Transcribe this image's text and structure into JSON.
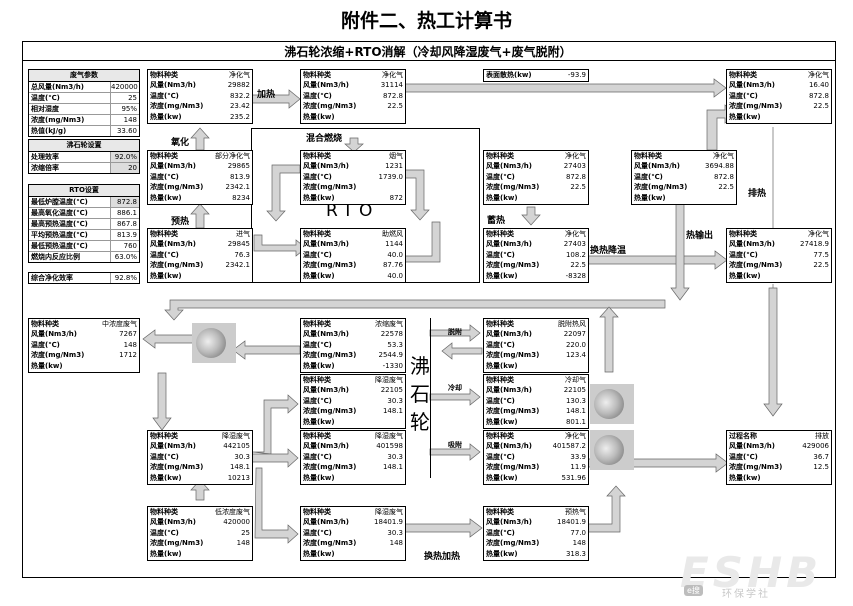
{
  "page_title": "附件二、热工计算书",
  "diagram_title": "沸石轮浓缩+RTO消解（冷却风降湿废气+废气脱附）",
  "labels": {
    "rto": "RTO",
    "wheel": [
      "沸",
      "石",
      "轮"
    ],
    "jiare": "加热",
    "yanghua": "氧化",
    "yure": "预热",
    "hunhe": "混合燃烧",
    "xure": "蓄热",
    "huanre_jiangwen": "换热降温",
    "paire": "排热",
    "reshuchu": "热输出",
    "tuofu": "脱附",
    "lengque": "冷却",
    "xifu": "吸附",
    "huanre_jiare": "换热加热"
  },
  "exhaust_params": {
    "header": "废气参数",
    "rows": [
      {
        "k": "总风量(Nm3/h)",
        "v": "420000"
      },
      {
        "k": "温度(℃)",
        "v": "25"
      },
      {
        "k": "相对湿度",
        "v": "95%"
      },
      {
        "k": "浓度(mg/Nm3)",
        "v": "148"
      },
      {
        "k": "热值(kJ/g)",
        "v": "33.60"
      }
    ]
  },
  "wheel_params": {
    "header": "沸石轮设置",
    "rows": [
      {
        "k": "处理效率",
        "v": "92.0%"
      },
      {
        "k": "浓缩倍率",
        "v": "20"
      }
    ]
  },
  "rto_params": {
    "header": "RTO设置",
    "rows": [
      {
        "k": "最低炉膛温度(℃)",
        "v": "872.8"
      },
      {
        "k": "最高氧化温度(℃)",
        "v": "886.1"
      },
      {
        "k": "最高预热温度(℃)",
        "v": "867.8"
      },
      {
        "k": "平均预热温度(℃)",
        "v": "813.9"
      },
      {
        "k": "最低预热温度(℃)",
        "v": "760"
      },
      {
        "k": "燃烧内反应比例",
        "v": "63.0%"
      }
    ]
  },
  "overall": {
    "k": "综合净化效率",
    "v": "92.8%"
  },
  "boxes": [
    {
      "id": "b-jh1",
      "t": "净化气",
      "r": [
        [
          "风量(Nm3/h)",
          "29882"
        ],
        [
          "温度(℃)",
          "832.2"
        ],
        [
          "浓度(mg/Nm3)",
          "23.42"
        ],
        [
          "热量(kw)",
          "235.2"
        ]
      ]
    },
    {
      "id": "b-jh2",
      "t": "部分净化气",
      "r": [
        [
          "风量(Nm3/h)",
          "29865"
        ],
        [
          "温度(℃)",
          "813.9"
        ],
        [
          "浓度(mg/Nm3)",
          "2342.1"
        ],
        [
          "热量(kw)",
          "8234"
        ]
      ]
    },
    {
      "id": "b-jq",
      "t": "进气",
      "r": [
        [
          "风量(Nm3/h)",
          "29845"
        ],
        [
          "温度(℃)",
          "76.3"
        ],
        [
          "浓度(mg/Nm3)",
          "2342.1"
        ],
        [
          "热量(kw)",
          ""
        ]
      ]
    },
    {
      "id": "b-jh3",
      "t": "净化气",
      "r": [
        [
          "风量(Nm3/h)",
          "31114"
        ],
        [
          "温度(℃)",
          "872.8"
        ],
        [
          "浓度(mg/Nm3)",
          "22.5"
        ],
        [
          "热量(kw)",
          ""
        ]
      ]
    },
    {
      "id": "b-yq",
      "t": "烟气",
      "r": [
        [
          "风量(Nm3/h)",
          "1231"
        ],
        [
          "温度(℃)",
          "1739.0"
        ],
        [
          "浓度(mg/Nm3)",
          ""
        ],
        [
          "热量(kw)",
          "872"
        ]
      ]
    },
    {
      "id": "b-zrf",
      "t": "助燃风",
      "r": [
        [
          "风量(Nm3/h)",
          "1144"
        ],
        [
          "温度(℃)",
          "40.0"
        ],
        [
          "浓度(mg/Nm3)",
          "87.76"
        ],
        [
          "热量(kw)",
          "40.0"
        ]
      ]
    },
    {
      "id": "b-jh4",
      "t": "净化气",
      "r": [
        [
          "风量(Nm3/h)",
          "27403"
        ],
        [
          "温度(℃)",
          "872.8"
        ],
        [
          "浓度(mg/Nm3)",
          "22.5"
        ],
        [
          "热量(kw)",
          ""
        ]
      ]
    },
    {
      "id": "b-jh5",
      "t": "净化气",
      "r": [
        [
          "风量(Nm3/h)",
          "27403"
        ],
        [
          "温度(℃)",
          "108.2"
        ],
        [
          "浓度(mg/Nm3)",
          "22.5"
        ],
        [
          "热量(kw)",
          "-8328"
        ]
      ]
    },
    {
      "id": "b-jh6",
      "t": "净化气",
      "r": [
        [
          "风量(Nm3/h)",
          "3694.88"
        ],
        [
          "温度(℃)",
          "872.8"
        ],
        [
          "浓度(mg/Nm3)",
          "22.5"
        ],
        [
          "热量(kw)",
          ""
        ]
      ]
    },
    {
      "id": "b-jh7",
      "t": "净化气",
      "r": [
        [
          "风量(Nm3/h)",
          "16.40"
        ],
        [
          "温度(℃)",
          "872.8"
        ],
        [
          "浓度(mg/Nm3)",
          "22.5"
        ],
        [
          "热量(kw)",
          ""
        ]
      ]
    },
    {
      "id": "b-jh8",
      "t": "净化气",
      "r": [
        [
          "风量(Nm3/h)",
          "27418.9"
        ],
        [
          "温度(℃)",
          "77.5"
        ],
        [
          "浓度(mg/Nm3)",
          "22.5"
        ],
        [
          "热量(kw)",
          ""
        ]
      ]
    },
    {
      "id": "b-zn",
      "t": "中浓度废气",
      "r": [
        [
          "风量(Nm3/h)",
          "7267"
        ],
        [
          "温度(℃)",
          "148"
        ],
        [
          "浓度(mg/Nm3)",
          "1712"
        ],
        [
          "热量(kw)",
          ""
        ]
      ]
    },
    {
      "id": "b-ns",
      "t": "浓缩废气",
      "r": [
        [
          "风量(Nm3/h)",
          "22578"
        ],
        [
          "温度(℃)",
          "53.3"
        ],
        [
          "浓度(mg/Nm3)",
          "2544.9"
        ],
        [
          "热量(kw)",
          "-1330"
        ]
      ]
    },
    {
      "id": "b-tfr",
      "t": "脱附热风",
      "r": [
        [
          "风量(Nm3/h)",
          "22097"
        ],
        [
          "温度(℃)",
          "220.0"
        ],
        [
          "浓度(mg/Nm3)",
          "123.4"
        ],
        [
          "热量(kw)",
          ""
        ]
      ]
    },
    {
      "id": "b-jsf1",
      "t": "降湿废气",
      "r": [
        [
          "风量(Nm3/h)",
          "22105"
        ],
        [
          "温度(℃)",
          "30.3"
        ],
        [
          "浓度(mg/Nm3)",
          "148.1"
        ],
        [
          "热量(kw)",
          ""
        ]
      ]
    },
    {
      "id": "b-lq",
      "t": "冷却气",
      "r": [
        [
          "风量(Nm3/h)",
          "22105"
        ],
        [
          "温度(℃)",
          "130.3"
        ],
        [
          "浓度(mg/Nm3)",
          "148.1"
        ],
        [
          "热量(kw)",
          "801.1"
        ]
      ]
    },
    {
      "id": "b-jsf2",
      "t": "降湿废气",
      "r": [
        [
          "风量(Nm3/h)",
          "442105"
        ],
        [
          "温度(℃)",
          "30.3"
        ],
        [
          "浓度(mg/Nm3)",
          "148.1"
        ],
        [
          "热量(kw)",
          "10213"
        ]
      ]
    },
    {
      "id": "b-jsf3",
      "t": "降湿废气",
      "r": [
        [
          "风量(Nm3/h)",
          "401598"
        ],
        [
          "温度(℃)",
          "30.3"
        ],
        [
          "浓度(mg/Nm3)",
          "148.1"
        ],
        [
          "热量(kw)",
          ""
        ]
      ]
    },
    {
      "id": "b-jh9",
      "t": "净化气",
      "r": [
        [
          "风量(Nm3/h)",
          "401587.2"
        ],
        [
          "温度(℃)",
          "33.9"
        ],
        [
          "浓度(mg/Nm3)",
          "11.9"
        ],
        [
          "热量(kw)",
          "531.96"
        ]
      ]
    },
    {
      "id": "b-pf",
      "t": "排放",
      "k0": "过程名称",
      "r": [
        [
          "风量(Nm3/h)",
          "429006"
        ],
        [
          "温度(℃)",
          "36.7"
        ],
        [
          "浓度(mg/Nm3)",
          "12.5"
        ],
        [
          "热量(kw)",
          ""
        ]
      ]
    },
    {
      "id": "b-dn",
      "t": "低浓度废气",
      "r": [
        [
          "风量(Nm3/h)",
          "420000"
        ],
        [
          "温度(℃)",
          "25"
        ],
        [
          "浓度(mg/Nm3)",
          "148"
        ],
        [
          "热量(kw)",
          ""
        ]
      ]
    },
    {
      "id": "b-jsf4",
      "t": "降湿废气",
      "r": [
        [
          "风量(Nm3/h)",
          "18401.9"
        ],
        [
          "温度(℃)",
          "30.3"
        ],
        [
          "浓度(mg/Nm3)",
          "148"
        ],
        [
          "热量(kw)",
          ""
        ]
      ]
    },
    {
      "id": "b-yr",
      "t": "预热气",
      "r": [
        [
          "风量(Nm3/h)",
          "18401.9"
        ],
        [
          "温度(℃)",
          "77.0"
        ],
        [
          "浓度(mg/Nm3)",
          "148"
        ],
        [
          "热量(kw)",
          "318.3"
        ]
      ]
    }
  ],
  "surface_loss": {
    "k": "表面散热(kw)",
    "v": "-93.9"
  },
  "field_title_key": "物料种类",
  "watermark": {
    "logo": "ESHB",
    "badge": "e搜",
    "site": "环保学社"
  }
}
